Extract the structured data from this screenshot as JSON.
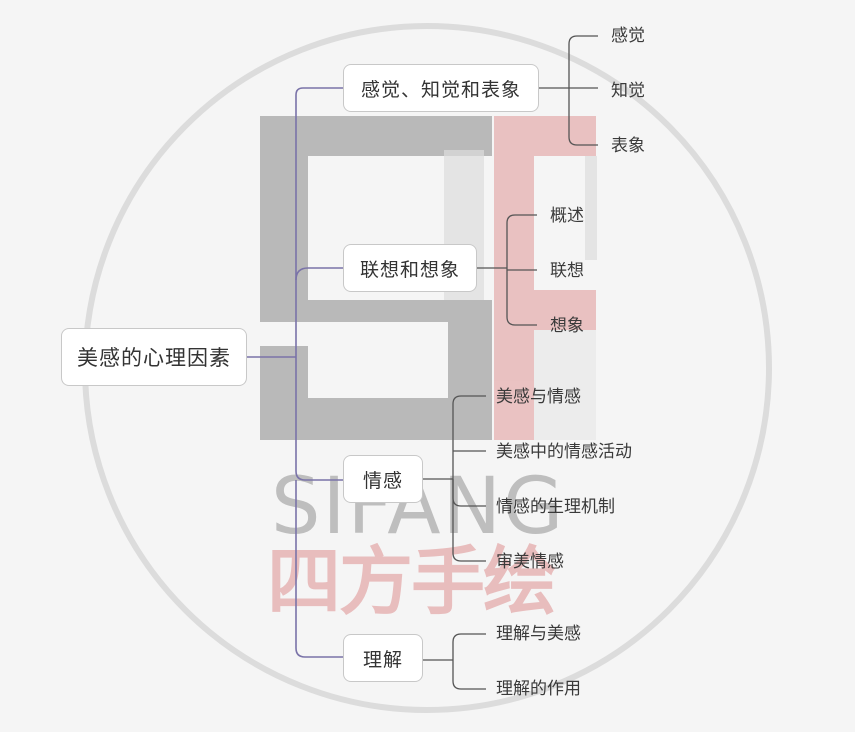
{
  "mindmap": {
    "root": "美感的心理因素",
    "branches": [
      {
        "label": "感觉、知觉和表象",
        "children": [
          "感觉",
          "知觉",
          "表象"
        ]
      },
      {
        "label": "联想和想象",
        "children": [
          "概述",
          "联想",
          "想象"
        ]
      },
      {
        "label": "情感",
        "children": [
          "美感与情感",
          "美感中的情感活动",
          "情感的生理机制",
          "审美情感"
        ]
      },
      {
        "label": "理解",
        "children": [
          "理解与美感",
          "理解的作用"
        ]
      }
    ]
  },
  "watermark": {
    "en": "SIFANG",
    "cn": "四方手绘",
    "colors": {
      "gray": "#b3b3b3",
      "red": "#e6b0b0",
      "circle": "#dcdcdc"
    }
  },
  "colors": {
    "connector_main": "#7a73a8",
    "connector_sub": "#555555"
  }
}
